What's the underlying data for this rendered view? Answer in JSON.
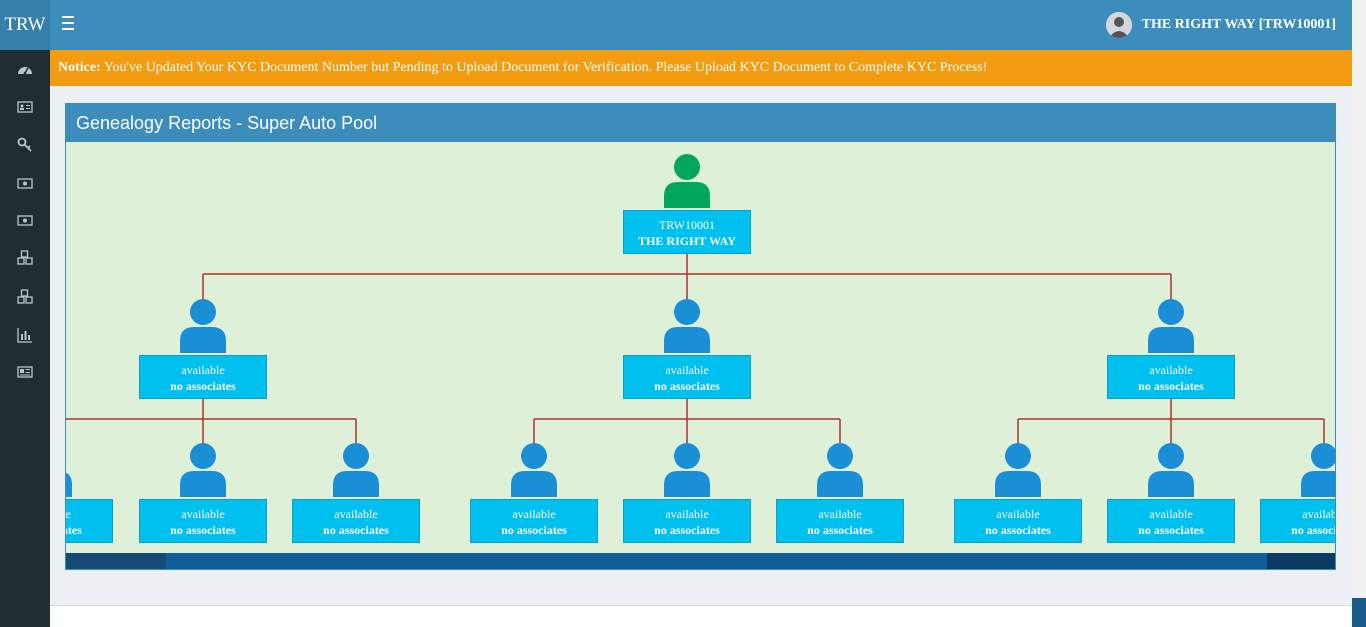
{
  "header": {
    "logo": "TRW",
    "user_name": "THE RIGHT WAY [TRW10001]"
  },
  "sidebar": {
    "icons": [
      "dashboard-icon",
      "id-card-icon",
      "key-icon",
      "money-icon",
      "money-icon",
      "cubes-icon",
      "cubes-icon",
      "bar-chart-icon",
      "newspaper-icon"
    ]
  },
  "notice": {
    "label": "Notice:",
    "text": " You've Updated Your KYC Document Number but Pending to Upload Document for Verification. Please Upload KYC Document to Complete KYC Process!"
  },
  "box": {
    "title": "Genealogy Reports - Super Auto Pool"
  },
  "tree": {
    "root": {
      "line1": "TRW10001",
      "line2": "THE RIGHT WAY",
      "color": "#00a65a"
    },
    "level1": [
      {
        "line1": "available",
        "line2": "no associates"
      },
      {
        "line1": "available",
        "line2": "no associates"
      },
      {
        "line1": "available",
        "line2": "no associates"
      }
    ],
    "level2": [
      {
        "line1": "available",
        "line2": "no associates"
      },
      {
        "line1": "available",
        "line2": "no associates"
      },
      {
        "line1": "available",
        "line2": "no associates"
      },
      {
        "line1": "available",
        "line2": "no associates"
      },
      {
        "line1": "available",
        "line2": "no associates"
      },
      {
        "line1": "available",
        "line2": "no associates"
      },
      {
        "line1": "available",
        "line2": "no associates"
      },
      {
        "line1": "available",
        "line2": "no associates"
      },
      {
        "line1": "available",
        "line2": "no associates"
      }
    ],
    "node_color": "#1a8fd6",
    "line_color": "#b03030"
  },
  "colors": {
    "header": "#3c8dbc",
    "sidebar": "#222d32",
    "notice": "#f39c12",
    "tree_bg": "#dff0d8",
    "label_bg": "#00c0ef"
  }
}
